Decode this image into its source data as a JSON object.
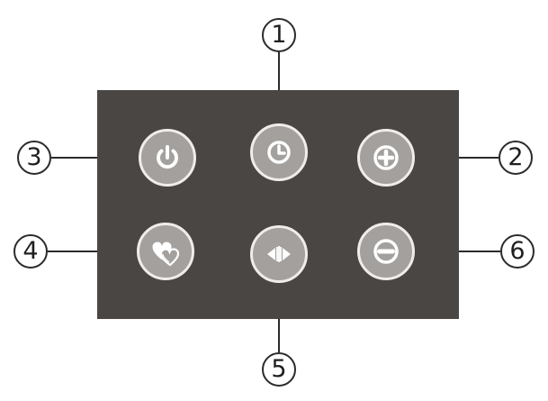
{
  "colors": {
    "panel": "#4a4644",
    "button_fill": "#a3a09d",
    "button_ring": "#efedeb",
    "icon": "#ffffff",
    "callout_stroke": "#2b2b2b",
    "callout_text": "#1f1f1f"
  },
  "buttons": [
    {
      "id": "power",
      "icon": "power-icon",
      "callout": "3"
    },
    {
      "id": "timer",
      "icon": "clock-icon",
      "callout": "1"
    },
    {
      "id": "plus",
      "icon": "plus-circle-icon",
      "callout": "2"
    },
    {
      "id": "mode",
      "icon": "hearts-icon",
      "callout": "4"
    },
    {
      "id": "swing",
      "icon": "oscillation-icon",
      "callout": "5"
    },
    {
      "id": "minus",
      "icon": "minus-circle-icon",
      "callout": "6"
    }
  ],
  "callouts": {
    "c1": "1",
    "c2": "2",
    "c3": "3",
    "c4": "4",
    "c5": "5",
    "c6": "6"
  }
}
